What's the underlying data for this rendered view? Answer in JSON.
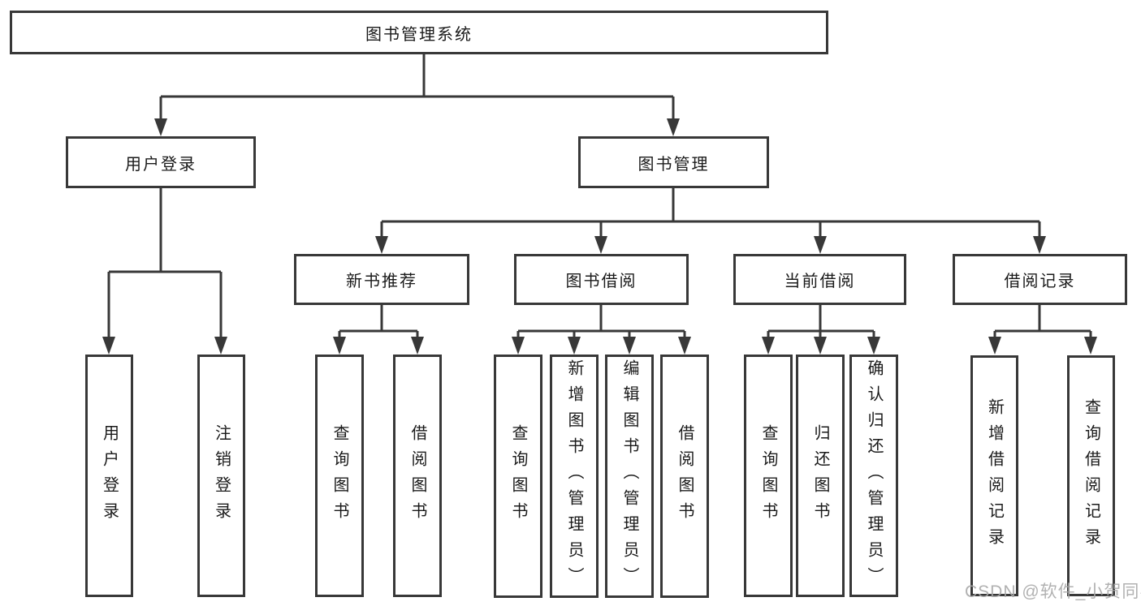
{
  "diagram": {
    "title": "图书管理系统",
    "root": {
      "label": "图书管理系统"
    },
    "level2": [
      {
        "label": "用户登录"
      },
      {
        "label": "图书管理"
      }
    ],
    "level3": [
      {
        "label": "新书推荐",
        "parent": "图书管理"
      },
      {
        "label": "图书借阅",
        "parent": "图书管理"
      },
      {
        "label": "当前借阅",
        "parent": "图书管理"
      },
      {
        "label": "借阅记录",
        "parent": "图书管理"
      }
    ],
    "leaves": [
      {
        "label": "用户登录",
        "parent": "用户登录"
      },
      {
        "label": "注销登录",
        "parent": "用户登录"
      },
      {
        "label": "查询图书",
        "parent": "新书推荐"
      },
      {
        "label": "借阅图书",
        "parent": "新书推荐"
      },
      {
        "label": "查询图书",
        "parent": "图书借阅"
      },
      {
        "label": "新增图书（管理员）",
        "parent": "图书借阅"
      },
      {
        "label": "编辑图书（管理员）",
        "parent": "图书借阅"
      },
      {
        "label": "借阅图书",
        "parent": "图书借阅"
      },
      {
        "label": "查询图书",
        "parent": "当前借阅"
      },
      {
        "label": "归还图书",
        "parent": "当前借阅"
      },
      {
        "label": "确认归还（管理员）",
        "parent": "当前借阅"
      },
      {
        "label": "新增借阅记录",
        "parent": "借阅记录"
      },
      {
        "label": "查询借阅记录",
        "parent": "借阅记录"
      }
    ],
    "colors": {
      "line": "#383838",
      "text": "#1a1a1a",
      "background": "#ffffff",
      "watermark": "#a8a8a8"
    }
  },
  "watermark": {
    "text": "CSDN @软件_小贺同学"
  }
}
